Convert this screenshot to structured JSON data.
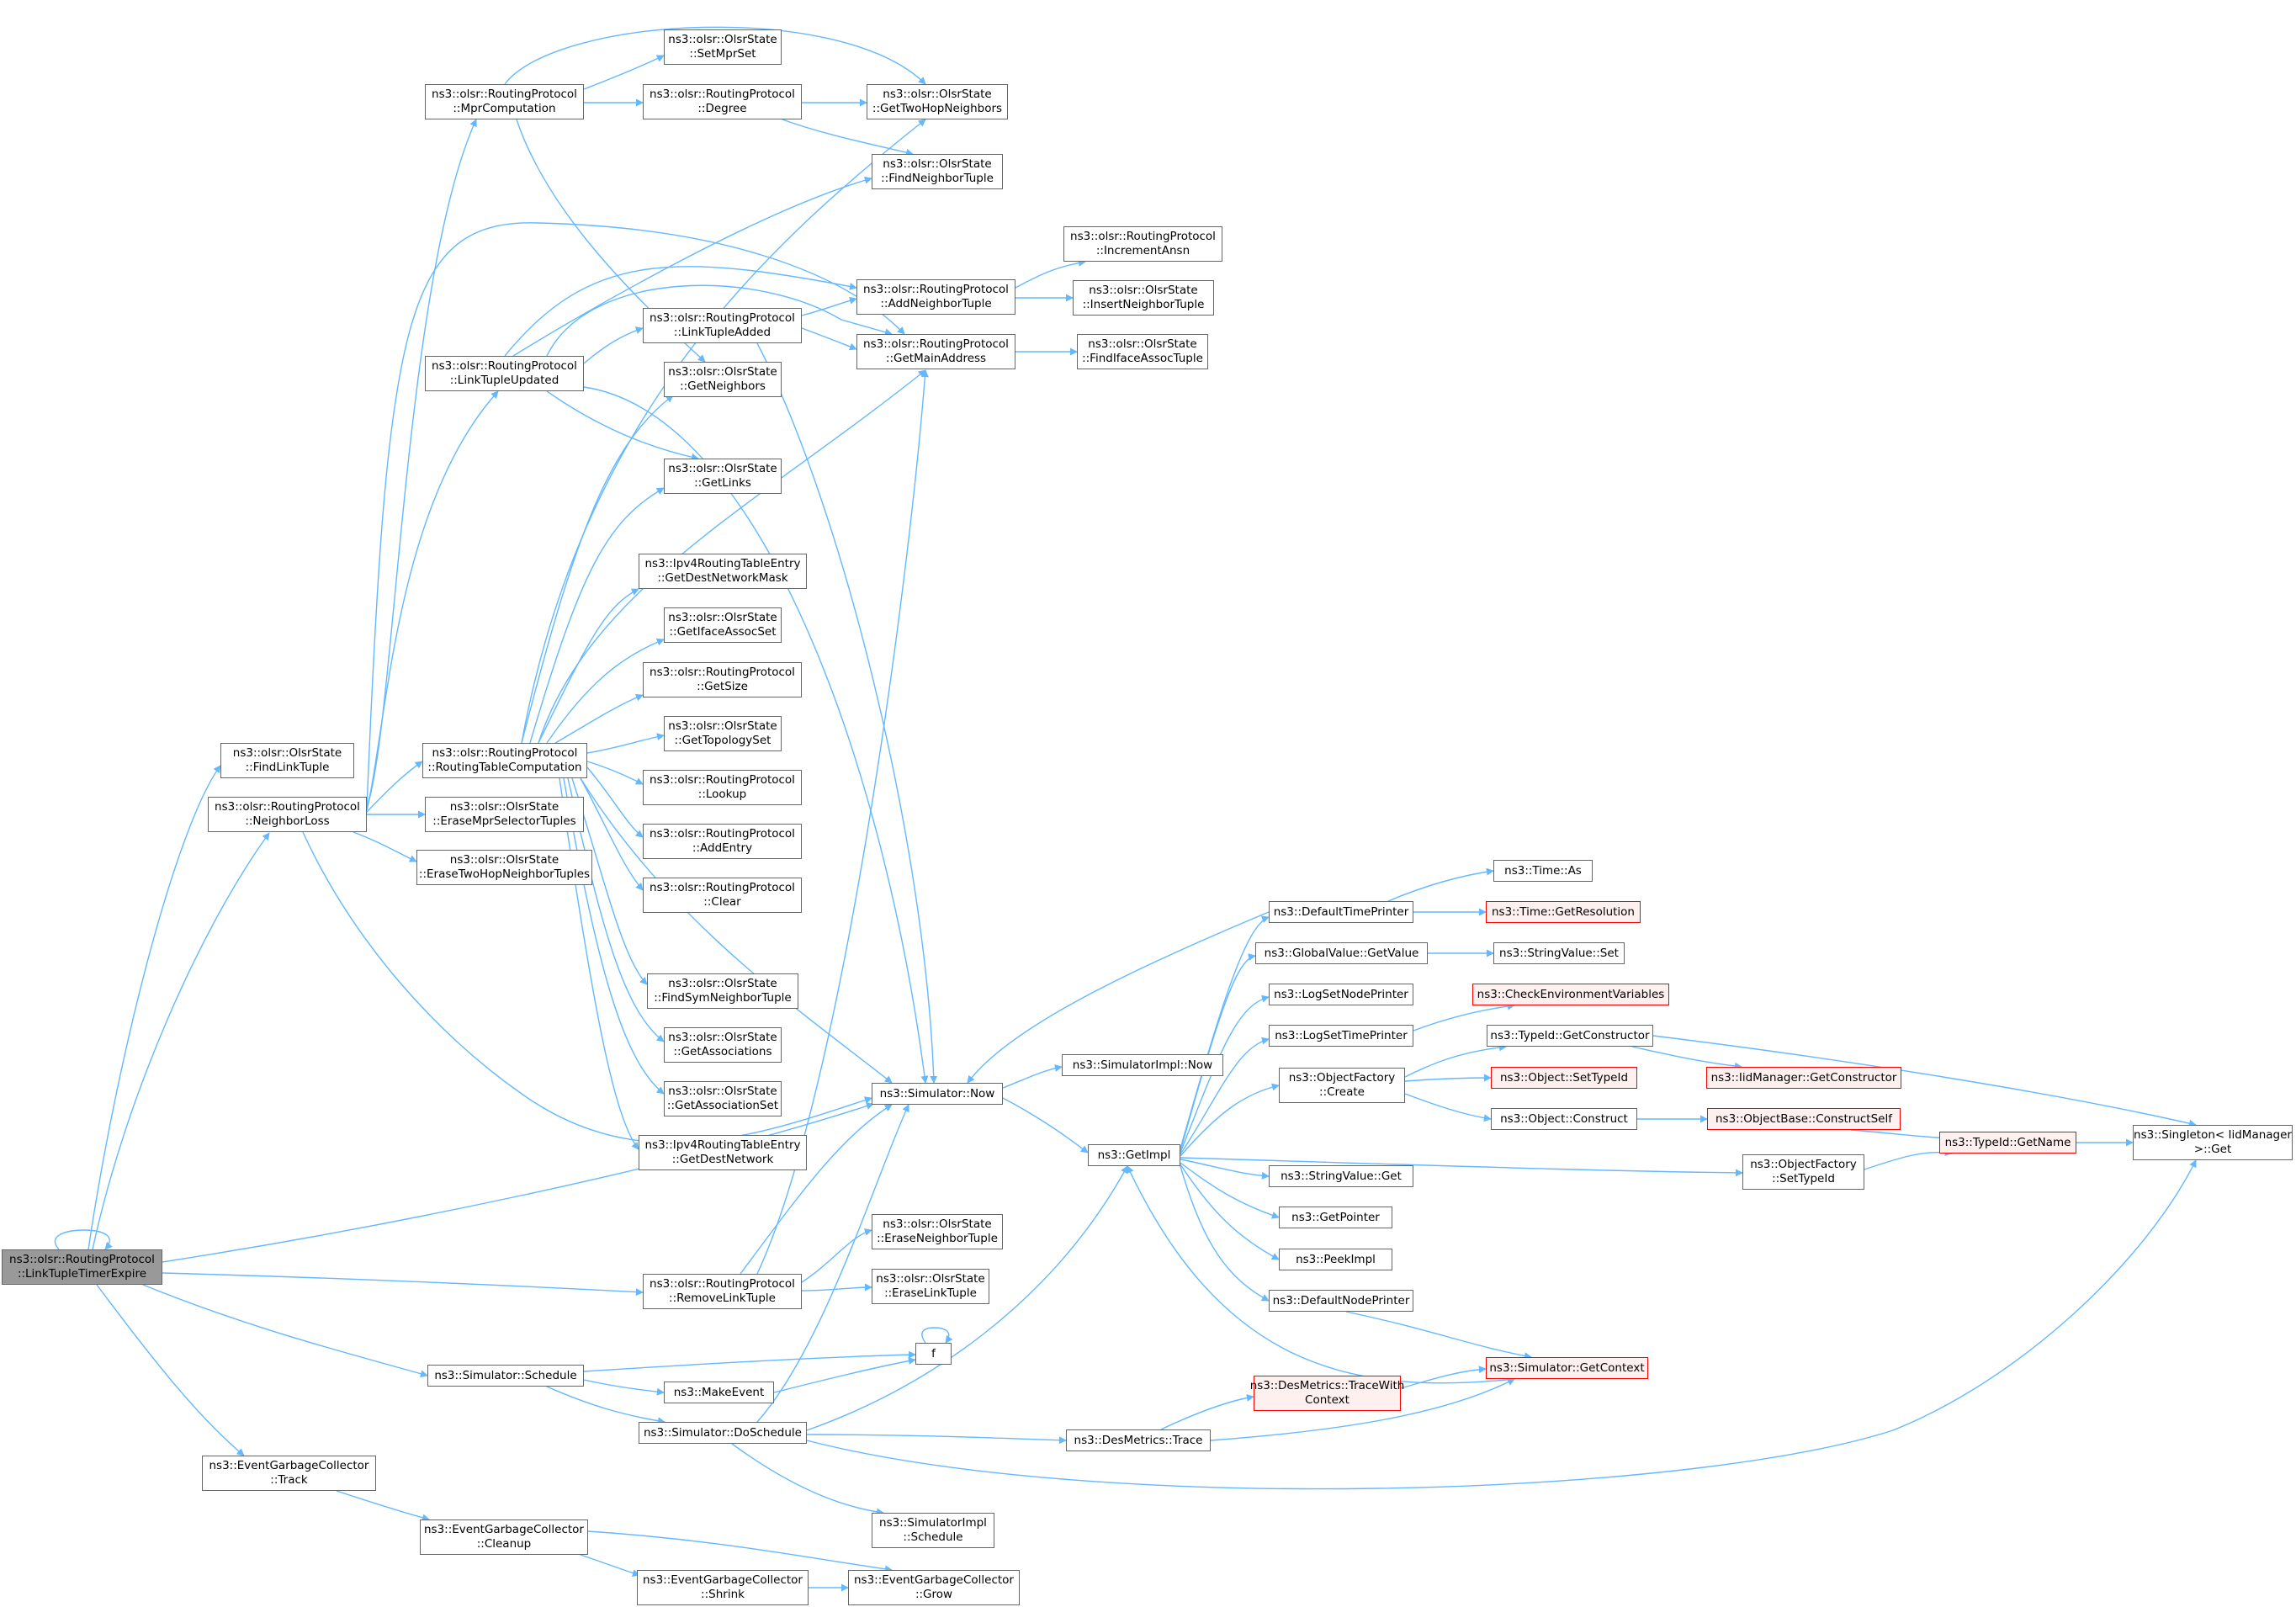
{
  "nodes": {
    "link_tuple_timer_expire": [
      "ns3::olsr::RoutingProtocol",
      "::LinkTupleTimerExpire"
    ],
    "find_link_tuple": [
      "ns3::olsr::OlsrState",
      "::FindLinkTuple"
    ],
    "neighbor_loss": [
      "ns3::olsr::RoutingProtocol",
      "::NeighborLoss"
    ],
    "remove_link_tuple": [
      "ns3::olsr::RoutingProtocol",
      "::RemoveLinkTuple"
    ],
    "sim_schedule": [
      "ns3::Simulator::Schedule"
    ],
    "egc_track": [
      "ns3::EventGarbageCollector",
      "::Track"
    ],
    "mpr_computation": [
      "ns3::olsr::RoutingProtocol",
      "::MprComputation"
    ],
    "link_tuple_updated": [
      "ns3::olsr::RoutingProtocol",
      "::LinkTupleUpdated"
    ],
    "routing_table_computation": [
      "ns3::olsr::RoutingProtocol",
      "::RoutingTableComputation"
    ],
    "erase_mpr_selector_tuples": [
      "ns3::olsr::OlsrState",
      "::EraseMprSelectorTuples"
    ],
    "erase_two_hop_neighbor_tuples": [
      "ns3::olsr::OlsrState",
      "::EraseTwoHopNeighborTuples"
    ],
    "make_event": [
      "ns3::MakeEvent"
    ],
    "sim_do_schedule": [
      "ns3::Simulator::DoSchedule"
    ],
    "egc_cleanup": [
      "ns3::EventGarbageCollector",
      "::Cleanup"
    ],
    "egc_shrink": [
      "ns3::EventGarbageCollector",
      "::Shrink"
    ],
    "set_mpr_set": [
      "ns3::olsr::OlsrState",
      "::SetMprSet"
    ],
    "degree": [
      "ns3::olsr::RoutingProtocol",
      "::Degree"
    ],
    "link_tuple_added": [
      "ns3::olsr::RoutingProtocol",
      "::LinkTupleAdded"
    ],
    "get_neighbors": [
      "ns3::olsr::OlsrState",
      "::GetNeighbors"
    ],
    "get_links": [
      "ns3::olsr::OlsrState",
      "::GetLinks"
    ],
    "get_dest_network_mask": [
      "ns3::Ipv4RoutingTableEntry",
      "::GetDestNetworkMask"
    ],
    "get_iface_assoc_set": [
      "ns3::olsr::OlsrState",
      "::GetIfaceAssocSet"
    ],
    "get_size": [
      "ns3::olsr::RoutingProtocol",
      "::GetSize"
    ],
    "get_topology_set": [
      "ns3::olsr::OlsrState",
      "::GetTopologySet"
    ],
    "lookup": [
      "ns3::olsr::RoutingProtocol",
      "::Lookup"
    ],
    "add_entry": [
      "ns3::olsr::RoutingProtocol",
      "::AddEntry"
    ],
    "clear": [
      "ns3::olsr::RoutingProtocol",
      "::Clear"
    ],
    "find_sym_neighbor_tuple": [
      "ns3::olsr::OlsrState",
      "::FindSymNeighborTuple"
    ],
    "get_associations": [
      "ns3::olsr::OlsrState",
      "::GetAssociations"
    ],
    "get_association_set": [
      "ns3::olsr::OlsrState",
      "::GetAssociationSet"
    ],
    "get_dest_network": [
      "ns3::Ipv4RoutingTableEntry",
      "::GetDestNetwork"
    ],
    "f": [
      "f"
    ],
    "get_two_hop_neighbors": [
      "ns3::olsr::OlsrState",
      "::GetTwoHopNeighbors"
    ],
    "find_neighbor_tuple": [
      "ns3::olsr::OlsrState",
      "::FindNeighborTuple"
    ],
    "add_neighbor_tuple": [
      "ns3::olsr::RoutingProtocol",
      "::AddNeighborTuple"
    ],
    "get_main_address": [
      "ns3::olsr::RoutingProtocol",
      "::GetMainAddress"
    ],
    "sim_now": [
      "ns3::Simulator::Now"
    ],
    "erase_neighbor_tuple": [
      "ns3::olsr::OlsrState",
      "::EraseNeighborTuple"
    ],
    "erase_link_tuple": [
      "ns3::olsr::OlsrState",
      "::EraseLinkTuple"
    ],
    "simimpl_schedule": [
      "ns3::SimulatorImpl",
      "::Schedule"
    ],
    "egc_grow": [
      "ns3::EventGarbageCollector",
      "::Grow"
    ],
    "increment_ansn": [
      "ns3::olsr::RoutingProtocol",
      "::IncrementAnsn"
    ],
    "insert_neighbor_tuple": [
      "ns3::olsr::OlsrState",
      "::InsertNeighborTuple"
    ],
    "find_iface_assoc_tuple": [
      "ns3::olsr::OlsrState",
      "::FindIfaceAssocTuple"
    ],
    "simimpl_now": [
      "ns3::SimulatorImpl::Now"
    ],
    "get_impl": [
      "ns3::GetImpl"
    ],
    "des_metrics_trace": [
      "ns3::DesMetrics::Trace"
    ],
    "default_time_printer": [
      "ns3::DefaultTimePrinter"
    ],
    "global_value_get_value": [
      "ns3::GlobalValue::GetValue"
    ],
    "log_set_node_printer": [
      "ns3::LogSetNodePrinter"
    ],
    "log_set_time_printer": [
      "ns3::LogSetTimePrinter"
    ],
    "object_factory_create": [
      "ns3::ObjectFactory",
      "::Create"
    ],
    "string_value_get": [
      "ns3::StringValue::Get"
    ],
    "get_pointer": [
      "ns3::GetPointer"
    ],
    "peek_impl": [
      "ns3::PeekImpl"
    ],
    "default_node_printer": [
      "ns3::DefaultNodePrinter"
    ],
    "des_metrics_trace_with_context": [
      "ns3::DesMetrics::TraceWith",
      "Context"
    ],
    "simulator_get_context": [
      "ns3::Simulator::GetContext"
    ],
    "time_as": [
      "ns3::Time::As"
    ],
    "time_get_resolution": [
      "ns3::Time::GetResolution"
    ],
    "string_value_set": [
      "ns3::StringValue::Set"
    ],
    "check_environment_variables": [
      "ns3::CheckEnvironmentVariables"
    ],
    "typeid_get_constructor": [
      "ns3::TypeId::GetConstructor"
    ],
    "object_set_type_id": [
      "ns3::Object::SetTypeId"
    ],
    "object_construct": [
      "ns3::Object::Construct"
    ],
    "object_factory_set_type_id": [
      "ns3::ObjectFactory",
      "::SetTypeId"
    ],
    "iid_manager_get_constructor": [
      "ns3::IidManager::GetConstructor"
    ],
    "object_base_construct_self": [
      "ns3::ObjectBase::ConstructSelf"
    ],
    "typeid_get_name": [
      "ns3::TypeId::GetName"
    ],
    "singleton_get": [
      "ns3::Singleton< IidManager",
      " >::Get"
    ]
  },
  "colors": {
    "edge": "#63b8ff",
    "node_border": "#666666",
    "current_node_fill": "#999999",
    "truncated_node_border": "#ff0000",
    "truncated_node_fill": "#fff0f0"
  }
}
